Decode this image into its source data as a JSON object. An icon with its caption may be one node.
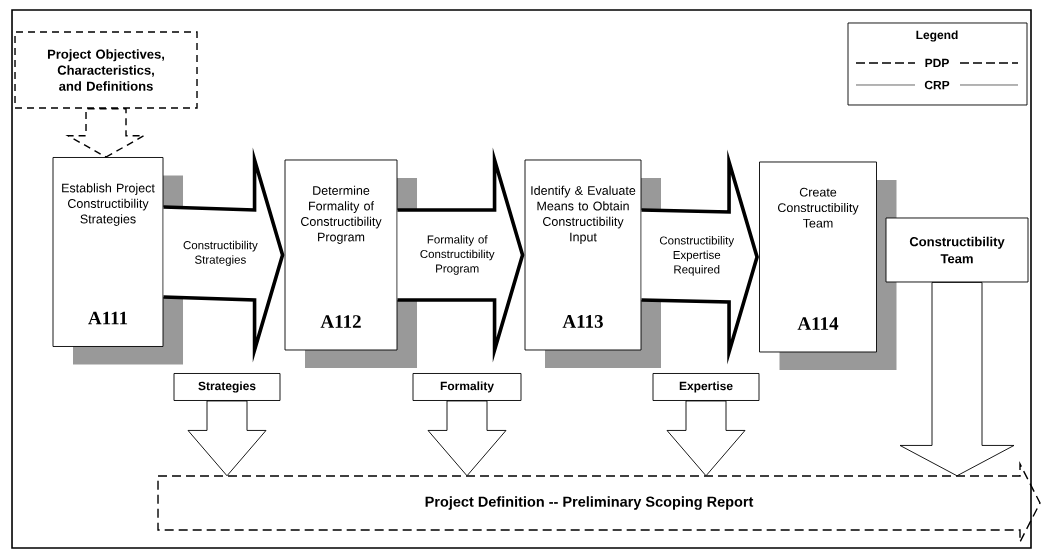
{
  "diagram": {
    "nodes": [
      {
        "text": [
          "Project Objectives, Characteristics, and Definitions"
        ]
      },
      {
        "text": [
          "Establish Project Constructibility Strategies",
          "A111"
        ]
      },
      {
        "text": [
          "Determine Formality of Constructibility Program",
          "A112"
        ]
      },
      {
        "text": [
          "Identify & Evaluate Means to Obtain Constructibility Input",
          "A113"
        ]
      },
      {
        "text": [
          "Create Constructibility Team",
          "A114"
        ]
      },
      {
        "text": [
          "Project Definition -- Preliminary Scoping Report"
        ]
      },
      {
        "text": [
          "Strategies"
        ]
      },
      {
        "text": [
          "Formality"
        ]
      },
      {
        "text": [
          "Expertise"
        ]
      },
      {
        "text": [
          "Constructibility Team"
        ]
      }
    ],
    "edges": [
      {
        "from": 0,
        "to": 1,
        "arrow": "to",
        "style": "dashed"
      },
      {
        "from": 1,
        "to": 2,
        "arrow": "to",
        "style": "thick",
        "label": "Constructibility Strategies"
      },
      {
        "from": 2,
        "to": 3,
        "arrow": "to",
        "style": "thick",
        "label": "Formality of Constructibility Program"
      },
      {
        "from": 3,
        "to": 4,
        "arrow": "to",
        "style": "thick",
        "label": "Constructibility Expertise Required"
      },
      {
        "from": 6,
        "to": 5,
        "arrow": "to"
      },
      {
        "from": 7,
        "to": 5,
        "arrow": "to"
      },
      {
        "from": 8,
        "to": 5,
        "arrow": "to"
      },
      {
        "from": 9,
        "to": 5,
        "arrow": "to"
      }
    ],
    "labels": [
      "Legend"
    ],
    "legend": [
      {
        "text": "PDP"
      },
      {
        "text": "CRP"
      }
    ]
  }
}
